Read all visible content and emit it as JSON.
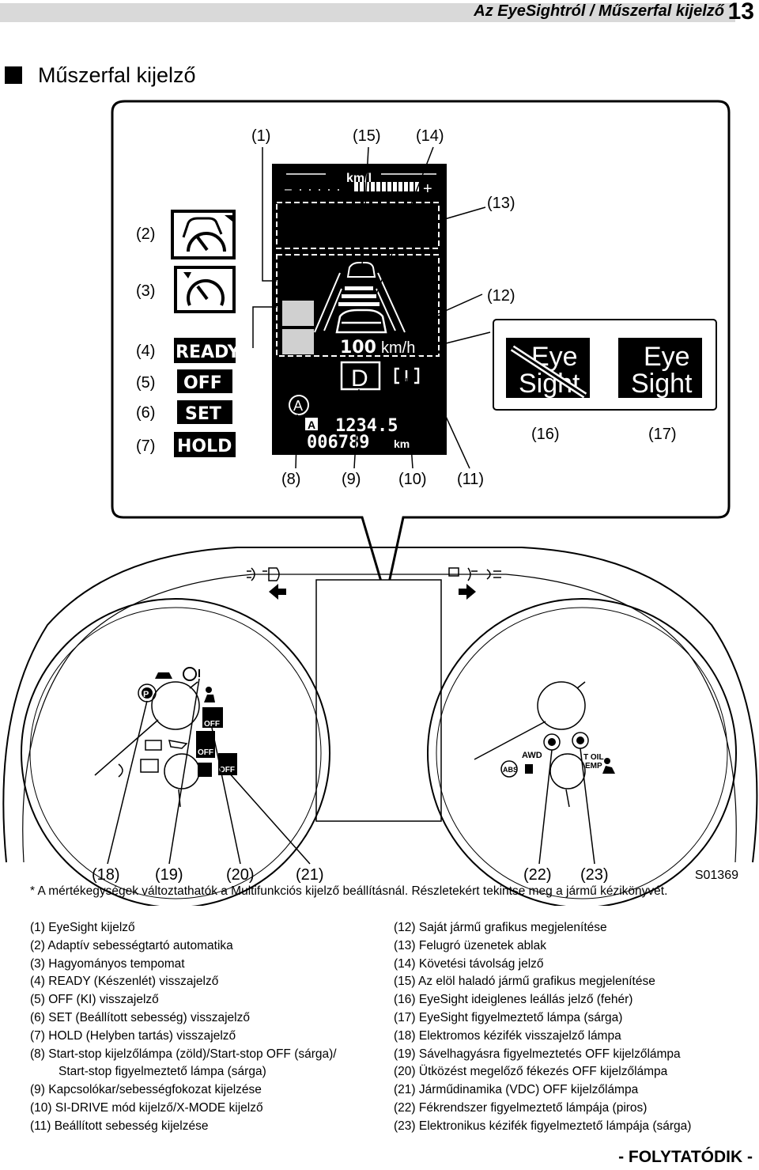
{
  "header": {
    "title": "Az EyeSightról / Műszerfal kijelző",
    "page_number": "13"
  },
  "section_title": "Műszerfal kijelző",
  "callout_labels": {
    "c1": "(1)",
    "c15": "(15)",
    "c14": "(14)",
    "c13": "(13)",
    "c2": "(2)",
    "c3": "(3)",
    "c12": "(12)",
    "c4": "(4)",
    "c5": "(5)",
    "c6": "(6)",
    "c7": "(7)",
    "c16": "(16)",
    "c17": "(17)",
    "c8": "(8)",
    "c9": "(9)",
    "c10": "(10)",
    "c11": "(11)",
    "c18": "(18)",
    "c19": "(19)",
    "c20": "(20)",
    "c21": "(21)",
    "c22": "(22)",
    "c23": "(23)"
  },
  "display": {
    "unit_top": "km/l",
    "minus": "–",
    "plus": "+",
    "speed": "100",
    "speed_unit": "km/h",
    "gear": "D",
    "trip": "1234.5",
    "odometer": "006789",
    "odo_unit": "km",
    "auto_a": "A",
    "small_a": "A"
  },
  "indicators": {
    "ready": "READY",
    "off": "OFF",
    "set": "SET",
    "hold": "HOLD",
    "eye": "Eye",
    "sight": "Sight"
  },
  "gauge_labels": {
    "awd": "AWD",
    "abs": "ABS",
    "oil_temp_1": "T OIL",
    "oil_temp_2": "EMP",
    "park": "P",
    "off_a": "OFF",
    "off_b": "OFF",
    "off_c": "OFF"
  },
  "figure_code": "S01369",
  "footnote": "* A mértékegységek változtathatók a Multifunkciós kijelző beállításnál. Részletekért tekintse meg a jármű kézikönyvét.",
  "legend_left": [
    "(1) EyeSight kijelző",
    "(2) Adaptív sebességtartó automatika",
    "(3) Hagyományos tempomat",
    "(4) READY (Készenlét) visszajelző",
    "(5) OFF (KI) visszajelző",
    "(6) SET (Beállított sebesség) visszajelző",
    "(7) HOLD (Helyben tartás) visszajelző",
    "(8) Start-stop kijelzőlámpa (zöld)/Start-stop OFF (sárga)/",
    "Start-stop figyelmeztető lámpa (sárga)",
    "(9) Kapcsolókar/sebességfokozat kijelzése",
    "(10) SI-DRIVE mód kijelző/X-MODE kijelző",
    "(11) Beállított sebesség kijelzése"
  ],
  "legend_right": [
    "(12) Saját jármű grafikus megjelenítése",
    "(13) Felugró üzenetek ablak",
    "(14) Követési távolság jelző",
    "(15) Az elöl haladó jármű grafikus megjelenítése",
    "(16) EyeSight ideiglenes leállás jelző (fehér)",
    "(17) EyeSight figyelmeztető lámpa (sárga)",
    "(18) Elektromos kézifék visszajelző lámpa",
    "(19) Sávelhagyásra figyelmeztetés OFF kijelzőlámpa",
    "(20) Ütközést megelőző fékezés OFF kijelzőlámpa",
    "(21) Járműdinamika (VDC) OFF kijelzőlámpa",
    "(22) Fékrendszer figyelmeztető lámpája (piros)",
    "(23) Elektronikus kézifék figyelmeztető lámpája (sárga)"
  ],
  "continue_label": "- FOLYTATÓDIK -"
}
